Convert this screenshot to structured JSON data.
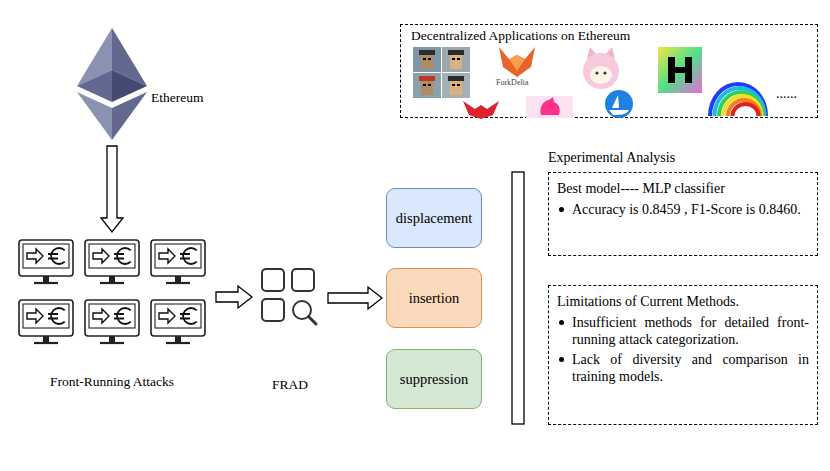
{
  "diagram": {
    "nodes": [
      {
        "text": [
          "Decentralized Applications on Ethereum"
        ]
      },
      {
        "text": [
          "Ethereum"
        ]
      },
      {
        "text": [
          "Front-Running Attacks"
        ]
      },
      {
        "text": [
          "FRAD"
        ]
      },
      {
        "text": [
          "displacement"
        ]
      },
      {
        "text": [
          "insertion"
        ]
      },
      {
        "text": [
          "suppression"
        ]
      },
      {
        "text": [
          "Experimental Analysis",
          "Best model---- MLP classifier",
          "Accuracy is 0.8459 , F1-Score is 0.8460."
        ]
      },
      {
        "text": [
          "Limitations of Current Methods.",
          "Insufficient methods for detailed front-running attack categorization.",
          "Lack of diversity and comparison in training models."
        ]
      }
    ],
    "edges": [
      {
        "from": 1,
        "to": 2,
        "arrow": "to"
      },
      {
        "from": 2,
        "to": 3,
        "arrow": "to"
      },
      {
        "from": 3,
        "to": 5,
        "arrow": "to"
      }
    ],
    "labels": [
      "ForkDelta",
      "......"
    ]
  }
}
